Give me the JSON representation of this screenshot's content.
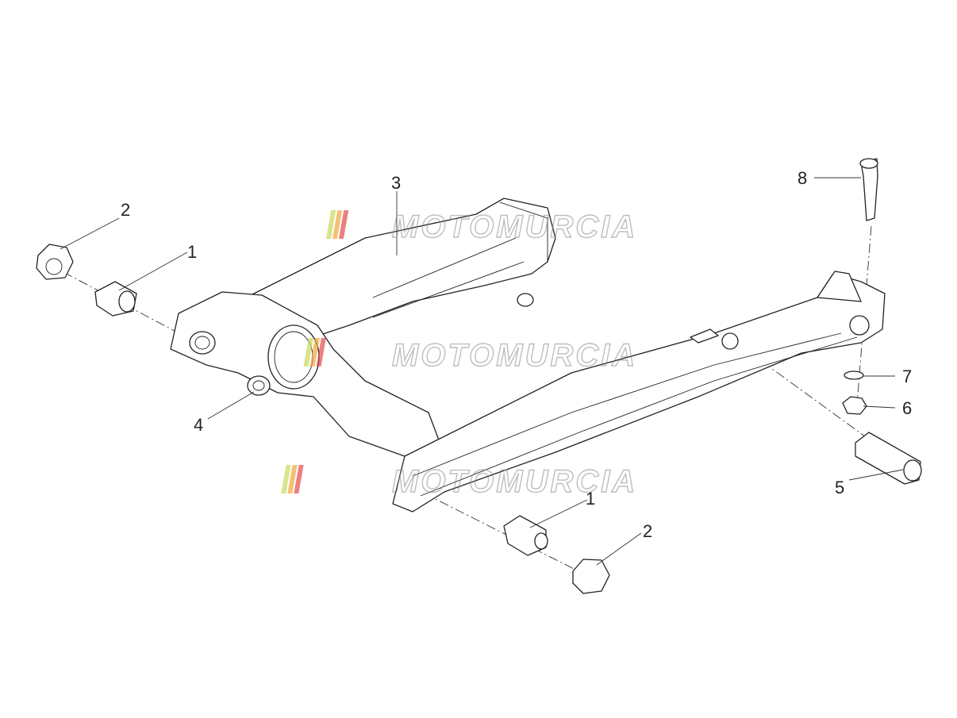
{
  "watermark": {
    "text": "MOTOMURCIA",
    "stripe_colors": [
      "#c9d85a",
      "#f0a63a",
      "#e24a4a"
    ]
  },
  "diagram": {
    "callouts": [
      {
        "id": "1a",
        "label": "1"
      },
      {
        "id": "2a",
        "label": "2"
      },
      {
        "id": "3",
        "label": "3"
      },
      {
        "id": "4",
        "label": "4"
      },
      {
        "id": "5",
        "label": "5"
      },
      {
        "id": "6",
        "label": "6"
      },
      {
        "id": "7",
        "label": "7"
      },
      {
        "id": "8",
        "label": "8"
      },
      {
        "id": "1b",
        "label": "1"
      },
      {
        "id": "2b",
        "label": "2"
      }
    ]
  }
}
